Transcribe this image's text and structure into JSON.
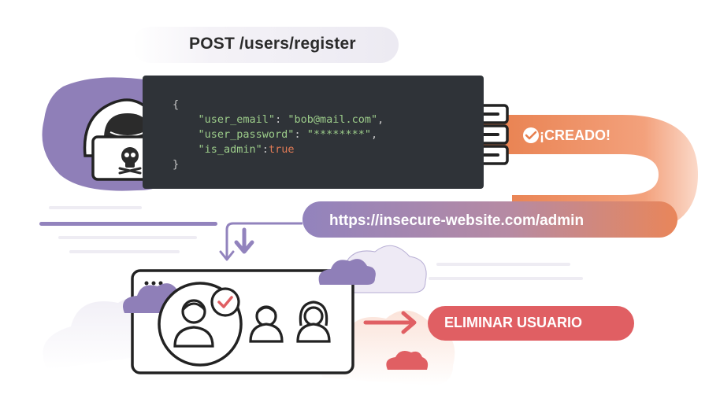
{
  "request": {
    "method_path": "POST /users/register",
    "body_lines": [
      {
        "open": "{"
      },
      {
        "key": "\"user_email\"",
        "sep": ": ",
        "value": "\"bob@mail.com\"",
        "end": ","
      },
      {
        "key": "\"user_password\"",
        "sep": ": ",
        "value": "\"********\"",
        "end": ","
      },
      {
        "key": "\"is_admin\"",
        "sep": ":",
        "value": "true",
        "end": ""
      },
      {
        "close": "}"
      }
    ]
  },
  "response": {
    "status_text": "¡CREADO!",
    "redirect_url": "https://insecure-website.com/admin"
  },
  "admin_panel": {
    "action_label": "ELIMINAR USUARIO"
  },
  "colors": {
    "purple": "#8f7fb8",
    "orange": "#e88150",
    "red": "#e05f63",
    "code_bg": "#2f3338",
    "ink": "#2b2b2b"
  },
  "icons": [
    "hacker-icon",
    "skull-icon",
    "wifi-signal-icon",
    "server-icon",
    "check-circle-icon",
    "down-arrow-icon",
    "admin-user-icon",
    "user-icon",
    "user-female-icon",
    "right-arrow-icon",
    "close-circle-icon",
    "cloud-icon"
  ]
}
